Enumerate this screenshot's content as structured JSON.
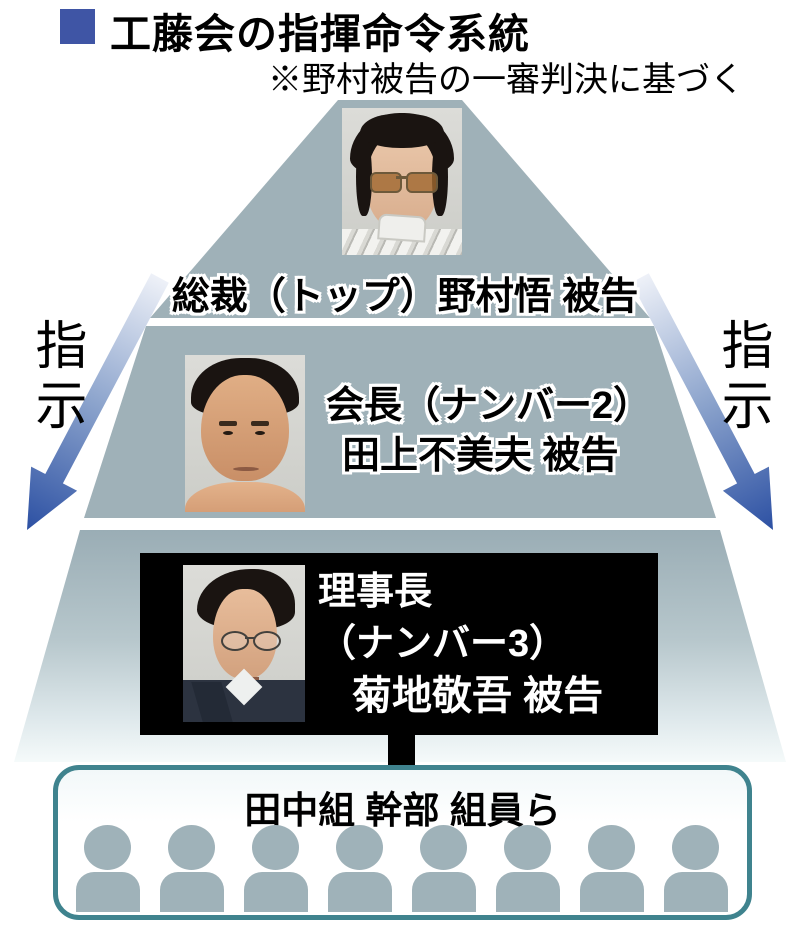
{
  "header": {
    "title": "工藤会の指揮命令系統",
    "subtitle": "※野村被告の一審判決に基づく"
  },
  "side_instructions": {
    "left": "指示",
    "right": "指示"
  },
  "pyramid": {
    "top": {
      "label": "総裁（トップ）野村悟 被告"
    },
    "second": {
      "line1": "会長（ナンバー2）",
      "line2": "田上不美夫 被告"
    },
    "third": {
      "line1": "理事長",
      "line2": "（ナンバー3）",
      "line3": "菊地敬吾 被告"
    }
  },
  "bottom_box": {
    "label": "田中組 幹部 組員ら",
    "member_count": 8
  },
  "colors": {
    "pyramid_gray_blue": "#9fb1b8",
    "title_bullet_blue": "#3f55a5",
    "arrow_gradient_light": "#edf1f8",
    "arrow_gradient_dark": "#2c50a3",
    "bottom_box_border_teal": "#3f838e",
    "highlight_panel_black": "#000000",
    "member_silhouette": "#9fb2b9"
  }
}
